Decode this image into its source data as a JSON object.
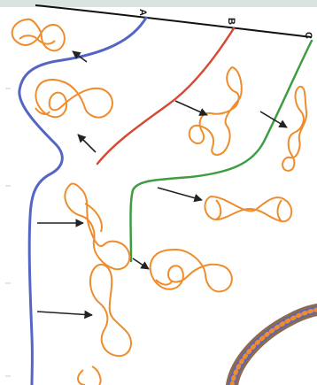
{
  "curves": [
    {
      "id": "A",
      "label": "A",
      "color": "#5565c4"
    },
    {
      "id": "B",
      "label": "B",
      "color": "#d64a35"
    },
    {
      "id": "C",
      "label": "C",
      "color": "#3e9c43"
    }
  ],
  "colors": {
    "knot": "#ef8c2d",
    "knot_dark": "#c9621b",
    "axis": "#111111",
    "arrow": "#222222",
    "tick": "#c8c8c8"
  }
}
